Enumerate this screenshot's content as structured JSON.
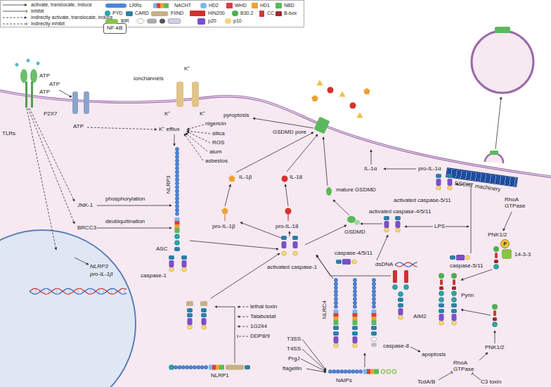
{
  "diagram": {
    "nodes": [
      {
        "text": [
          "NLRP3",
          "pro-IL-1β"
        ]
      },
      {
        "text": [
          "NF-kB"
        ],
        "in": 0
      },
      {
        "text": [
          "P"
        ]
      },
      {
        "text": [
          "ESCRT machinery"
        ]
      }
    ],
    "labels": [
      "TLRs",
      "ATP",
      "ATP",
      "ATP",
      "P2X7",
      "ATP",
      "ionchannels",
      "K⁺",
      "K⁺",
      "K⁺",
      "K⁺ efflux",
      "nigericin",
      "silica",
      "ROS",
      "alum",
      "asbestos",
      "pyroptosis",
      "GSDMD pore",
      "IL-1β",
      "IL-18",
      "IL-1α",
      "pro-IL-1α",
      "JNK-1",
      "phosphorylation",
      "BRCC3",
      "deubiquitination",
      "NLRP3",
      "ASC",
      "caspase-1",
      "pro-IL-1β",
      "pro-IL-18",
      "mature GSDMD",
      "GSDMD",
      "activated caspase-5/11",
      "activated caspase-4/5/11",
      "LPS",
      "caspase-4/5/11",
      "caspase-5/11",
      "activated caspase-1",
      "RhoA GTPase",
      "PNK1/2",
      "14-3-3",
      "lethal toxin",
      "Talabostat",
      "1G244",
      "DDP8/9",
      "NLRP1",
      "NLRC4",
      "dsDNA",
      "AIM2",
      "caspase-8",
      "apoptosis",
      "Pyrin",
      "PNK1/2",
      "RhoA GTPase",
      "T3SS",
      "T4SS",
      "PrgJ",
      "flagellin",
      "NAIPs",
      "TcdA/B",
      "C3 toxin"
    ],
    "legend": [
      {
        "text": "activate, translocate, induce"
      },
      {
        "text": "inhibit"
      },
      {
        "text": "indirectly activate, translocate, induce"
      },
      {
        "text": "indirectly inhibit"
      },
      {
        "text": "LRRs",
        "color": "#4a86d8"
      },
      {
        "text": "NACHT"
      },
      {
        "text": "HD2",
        "color": "#7ab8e8"
      },
      {
        "text": "WHD",
        "color": "#d84040"
      },
      {
        "text": "HD1",
        "color": "#f0a030"
      },
      {
        "text": "NBD",
        "color": "#5cb85c"
      },
      {
        "text": "PYD",
        "color": "#2aa6a6"
      },
      {
        "text": "CARD",
        "color": "#2d7fa8"
      },
      {
        "text": "FIIND",
        "color": "#c8b088"
      },
      {
        "text": "HIN200",
        "color": "#d03030"
      },
      {
        "text": "B30.2",
        "color": "#4caf50"
      },
      {
        "text": "CC",
        "color": "#c83a3a"
      },
      {
        "text": "B-box",
        "color": "#9a2a2a"
      },
      {
        "text": "BIR",
        "color": "#8bc34a"
      },
      {
        "text": "p20",
        "color": "#7b4fc9"
      },
      {
        "text": "p10",
        "color": "#f5d77a"
      }
    ]
  }
}
